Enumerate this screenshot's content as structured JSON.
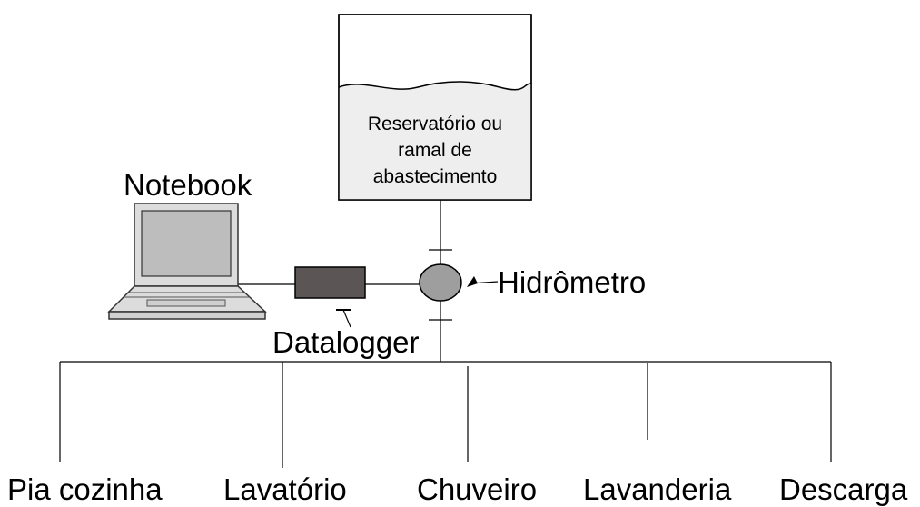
{
  "reservoir": {
    "lines": [
      "Reservatório ou",
      "ramal de",
      "abastecimento"
    ]
  },
  "labels": {
    "notebook": "Notebook",
    "hydrometer": "Hidrômetro",
    "datalogger": "Datalogger"
  },
  "outlets": [
    "Pia cozinha",
    "Lavatório",
    "Chuveiro",
    "Lavanderia",
    "Descarga"
  ],
  "colors": {
    "datalogger_fill": "#5c5555",
    "hydrometer_fill": "#9e9e9e",
    "laptop_screen": "#bdbdbd",
    "laptop_body": "#dcdcdc",
    "reservoir_water": "#eeeeee"
  }
}
